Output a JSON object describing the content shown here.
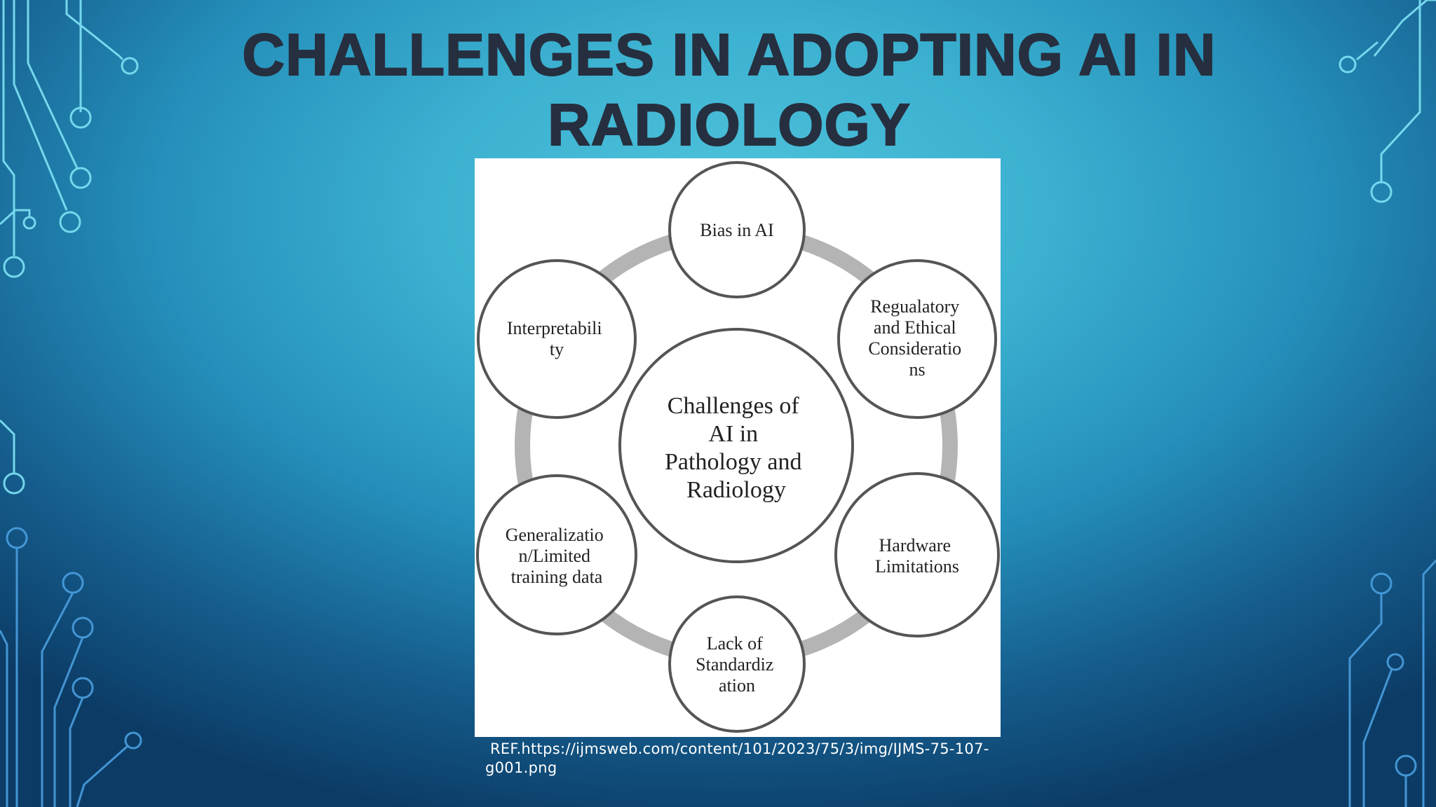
{
  "slide": {
    "title": "CHALLENGES IN ADOPTING AI IN RADIOLOGY",
    "reference": " REF.https://ijmsweb.com/content/101/2023/75/3/img/IJMS-75-107-g001.png"
  },
  "diagram": {
    "center": [
      "Challenges of",
      "AI in",
      "Pathology and",
      "Radiology"
    ],
    "nodes": [
      {
        "id": "bias",
        "lines": [
          "Bias in AI"
        ]
      },
      {
        "id": "regulatory",
        "lines": [
          "Regualatory",
          "and Ethical",
          "Consideratio",
          "ns"
        ]
      },
      {
        "id": "hardware",
        "lines": [
          "Hardware",
          "Limitations"
        ]
      },
      {
        "id": "standardization",
        "lines": [
          "Lack of",
          "Standardiz",
          "ation"
        ]
      },
      {
        "id": "generalization",
        "lines": [
          "Generalizatio",
          "n/Limited",
          "training data"
        ]
      },
      {
        "id": "interpretability",
        "lines": [
          "Interpretabili",
          "ty"
        ]
      }
    ]
  },
  "colors": {
    "title": "#262f3f",
    "circuit": "#7fe3f5",
    "ring": "#b4b4b4",
    "node_stroke": "#555555"
  }
}
